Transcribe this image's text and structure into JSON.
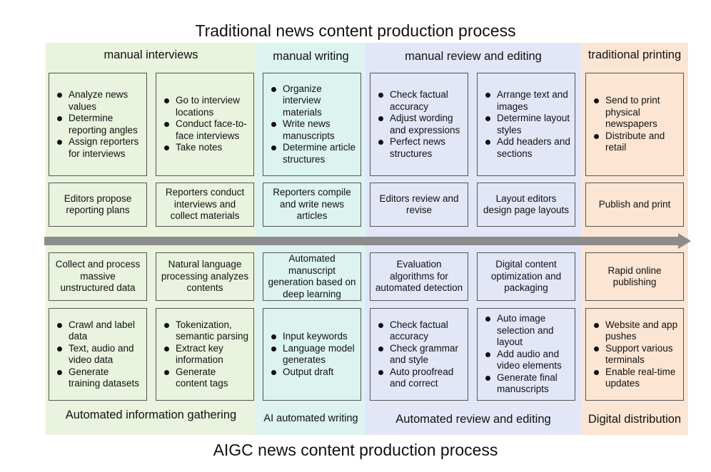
{
  "titles": {
    "top": "Traditional news content production process",
    "bottom": "AIGC news content production process"
  },
  "colors": {
    "green": "#e9f3dd",
    "teal": "#dcf3f0",
    "blue": "#e2e6f7",
    "orange": "#fce5d3",
    "arrow": "#8c8c8c"
  },
  "columns": [
    {
      "header": "manual interviews",
      "footer": "Automated information gathering",
      "traditional_tasks": [
        [
          "Analyze news values",
          "Determine reporting angles",
          "Assign reporters for interviews"
        ],
        [
          "Go to interview locations",
          "Conduct face-to-face interviews",
          "Take notes"
        ]
      ],
      "traditional_steps": [
        "Editors propose reporting plans",
        "Reporters conduct interviews and collect materials"
      ],
      "aigc_steps": [
        "Collect and process massive unstructured data",
        "Natural language processing analyzes contents"
      ],
      "aigc_tasks": [
        [
          "Crawl and label data",
          "Text, audio and video data",
          "Generate training datasets"
        ],
        [
          "Tokenization, semantic parsing",
          "Extract key information",
          "Generate content tags"
        ]
      ]
    },
    {
      "header": "manual writing",
      "footer": "AI automated writing",
      "traditional_tasks": [
        [
          "Organize interview materials",
          "Write news manuscripts",
          "Determine article structures"
        ]
      ],
      "traditional_steps": [
        "Reporters compile and write news articles"
      ],
      "aigc_steps": [
        "Automated manuscript generation based on deep learning"
      ],
      "aigc_tasks": [
        [
          "Input keywords",
          "Language model generates",
          "Output draft"
        ]
      ]
    },
    {
      "header": "manual review and editing",
      "footer": "Automated review and editing",
      "traditional_tasks": [
        [
          "Check factual accuracy",
          "Adjust wording and expressions",
          "Perfect news structures"
        ],
        [
          "Arrange text and images",
          "Determine layout styles",
          "Add headers and sections"
        ]
      ],
      "traditional_steps": [
        "Editors review and revise",
        "Layout editors design page layouts"
      ],
      "aigc_steps": [
        "Evaluation algorithms for automated detection",
        "Digital content optimization and packaging"
      ],
      "aigc_tasks": [
        [
          "Check factual accuracy",
          "Check grammar and style",
          "Auto proofread and correct"
        ],
        [
          "Auto image selection and layout",
          "Add audio and video elements",
          "Generate final manuscripts"
        ]
      ]
    },
    {
      "header": "traditional printing",
      "footer": "Digital distribution",
      "traditional_tasks": [
        [
          "Send to print physical newspapers",
          "Distribute and retail"
        ]
      ],
      "traditional_steps": [
        "Publish and print"
      ],
      "aigc_steps": [
        "Rapid online publishing"
      ],
      "aigc_tasks": [
        [
          "Website and app pushes",
          "Support various terminals",
          "Enable real-time updates"
        ]
      ]
    }
  ]
}
